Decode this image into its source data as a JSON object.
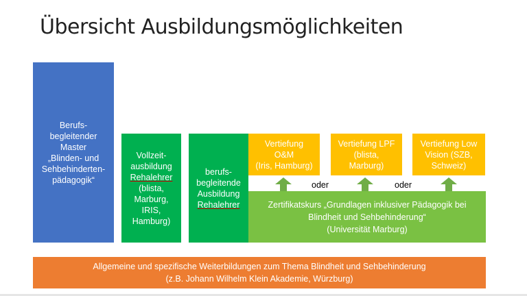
{
  "title": "Übersicht Ausbildungsmöglichkeiten",
  "boxes": {
    "master": "Berufs-\nbegleitender\nMaster\n„Blinden- und\nSehbehinderten-\npädagogik“",
    "vollzeit_before": "Vollzeit-\nausbildung\n",
    "vollzeit_link": "Rehalehrer",
    "vollzeit_after": "\n(blista,\nMarburg,\nIRIS,\nHamburg)",
    "begleitend_before": "berufs-\nbegleitende\nAusbildung\n",
    "begleitend_link": "Rehalehrer",
    "zertifikat": "Zertifikatskurs „Grundlagen inklusiver Pädagogik bei\nBlindheit und Sehbehinderung“\n(Universität Marburg)",
    "vertiefung_om": "Vertiefung\nO&M\n(Iris, Hamburg)",
    "vertiefung_lpf": "Vertiefung LPF\n(blista,\nMarburg)",
    "vertiefung_lv": "Vertiefung Low\nVision (SZB,\nSchweiz)",
    "weiterbildung": "Allgemeine und spezifische Weiterbildungen zum Thema Blindheit und Sehbehinderung\n(z.B. Johann Wilhelm Klein Akademie, Würzburg)"
  },
  "connectors": {
    "oder_1": "oder",
    "oder_2": "oder"
  },
  "colors": {
    "blue": "#4472c4",
    "green": "#00b050",
    "light_green": "#7ac143",
    "yellow": "#ffc000",
    "orange": "#ed7d31",
    "arrow_green": "#70ad47"
  }
}
